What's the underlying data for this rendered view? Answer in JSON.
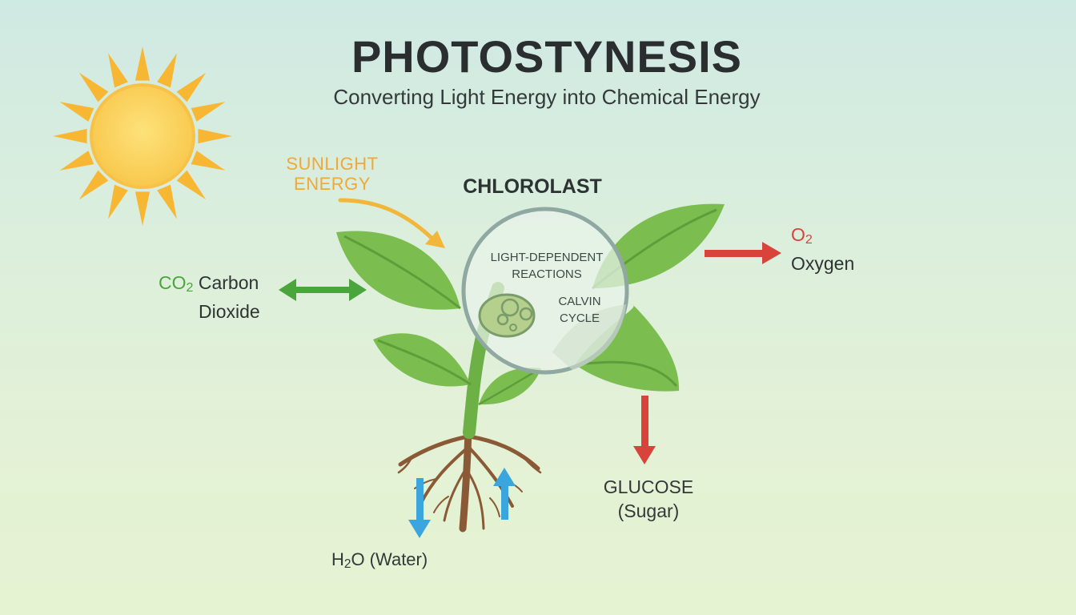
{
  "header": {
    "title": "PHOTOSTYNESIS",
    "subtitle": "Converting Light Energy into Chemical Energy"
  },
  "labels": {
    "sunlight_line1": "SUNLIGHT",
    "sunlight_line2": "ENERGY",
    "chloroplast": "CHLOROLAST",
    "light_dependent_line1": "LIGHT-DEPENDENT",
    "light_dependent_line2": "REACTIONS",
    "calvin_line1": "CALVIN",
    "calvin_line2": "CYCLE",
    "co2_formula_base": "CO",
    "co2_formula_sub": "2",
    "co2_name_line1": "Carbon",
    "co2_name_line2": "Dioxide",
    "o2_formula_base": "O",
    "o2_formula_sub": "2",
    "o2_name": "Oxygen",
    "glucose_line1": "GLUCOSE",
    "glucose_line2": "(Sugar)",
    "water_base": "H",
    "water_sub": "2",
    "water_rest": "O (Water)"
  },
  "colors": {
    "sun": "#f7b733",
    "sunlight_arrow": "#f2b63b",
    "co2": "#4aa53c",
    "oxygen": "#d8433c",
    "glucose_arrow": "#d8433c",
    "water_arrow": "#3aa6dd",
    "leaf": "#7cbd4f",
    "root": "#8a5a36"
  },
  "icons": {
    "sun": "sun-icon",
    "plant": "plant-icon",
    "chloroplast": "chloroplast-icon"
  }
}
